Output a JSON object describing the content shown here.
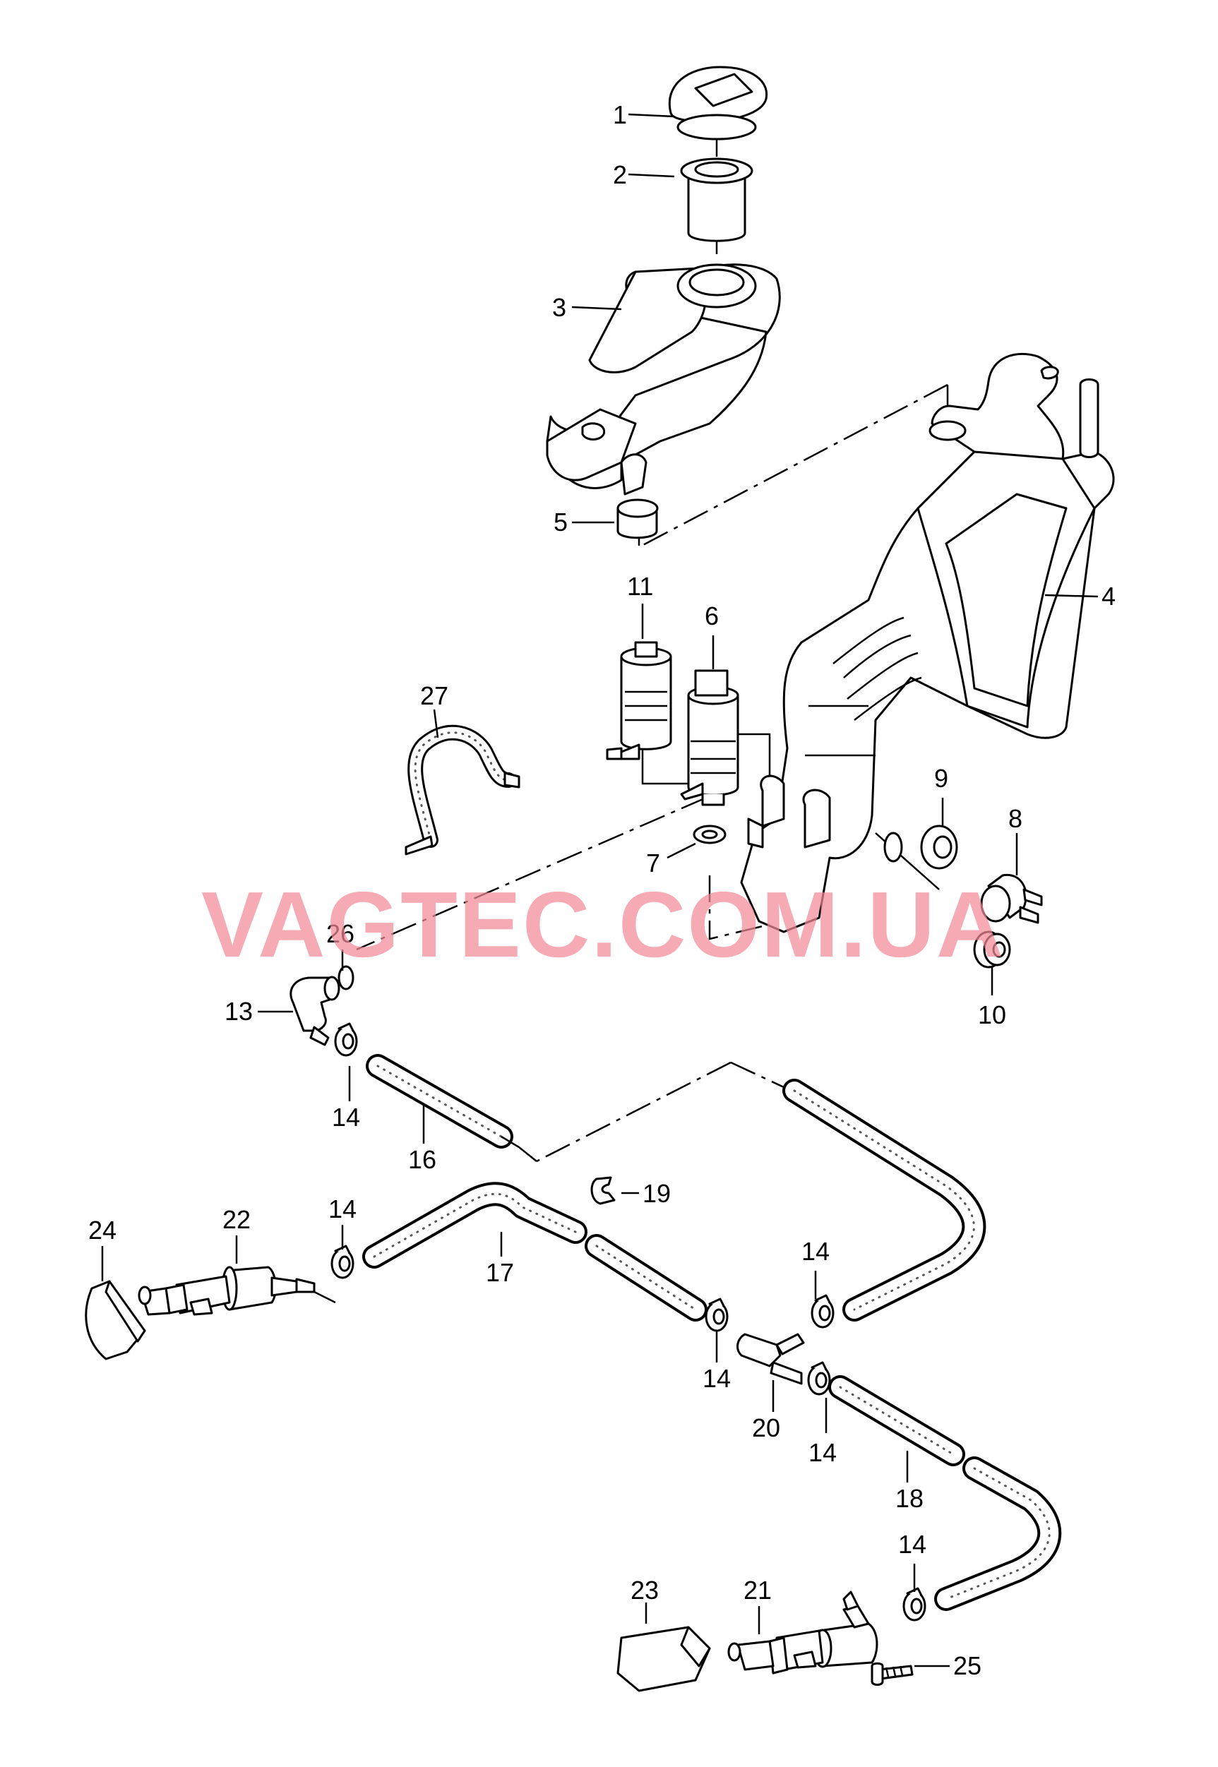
{
  "watermark": "VAGTEC.COM.UA",
  "callouts": [
    "1",
    "2",
    "3",
    "4",
    "5",
    "6",
    "7",
    "8",
    "9",
    "10",
    "11",
    "13",
    "14",
    "16",
    "17",
    "18",
    "19",
    "20",
    "21",
    "22",
    "23",
    "24",
    "25",
    "26",
    "27"
  ],
  "colors": {
    "line": "#000000",
    "background": "#ffffff",
    "watermark": "#f28b97"
  }
}
